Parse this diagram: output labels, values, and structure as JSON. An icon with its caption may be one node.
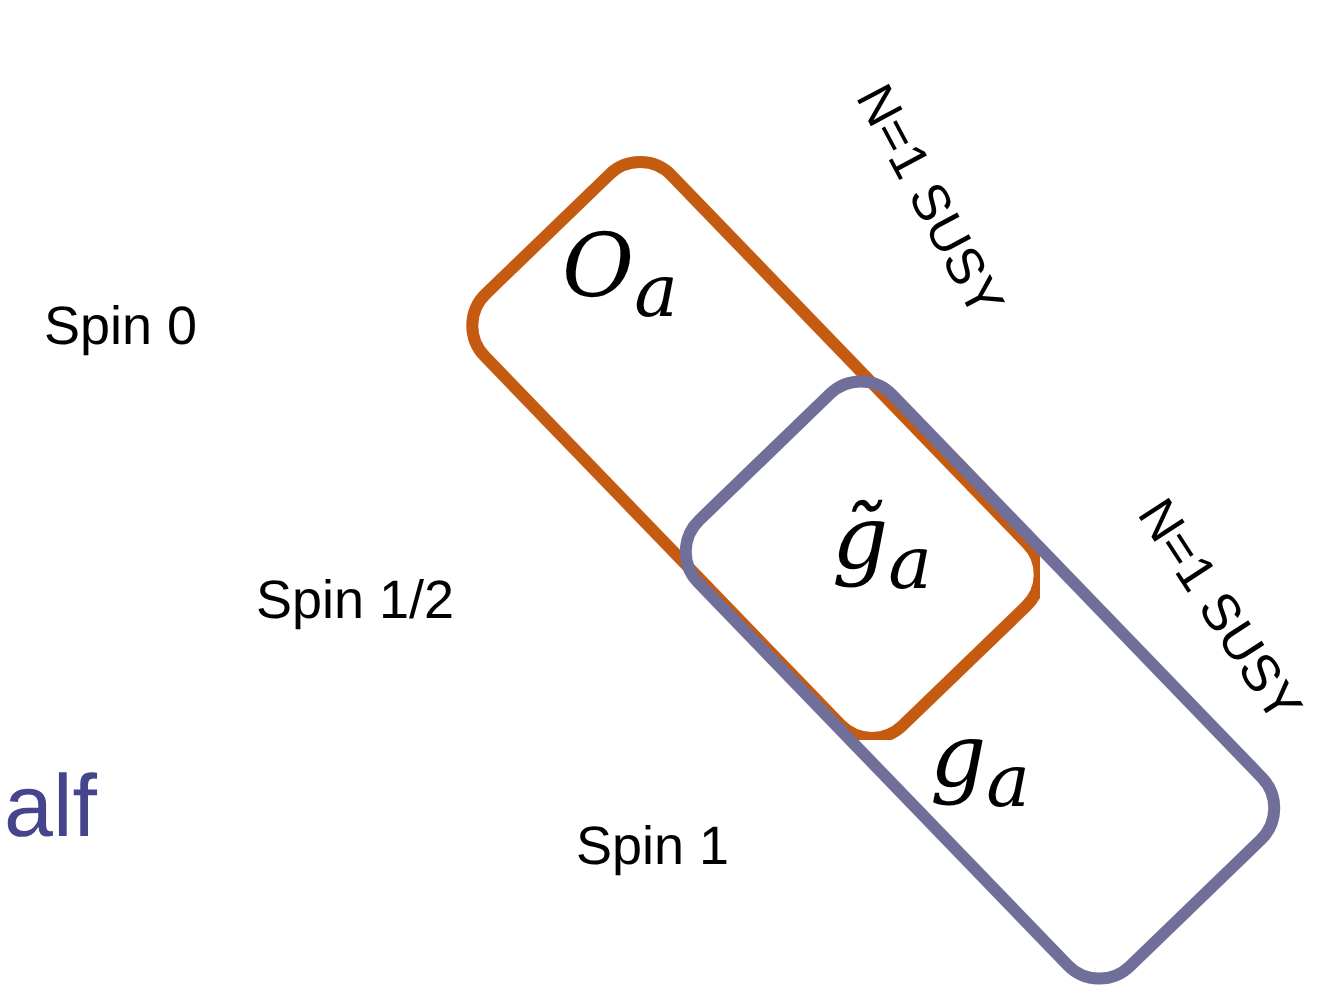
{
  "diagram": {
    "nodes": [
      {
        "text": [
          "N=1 SUSY",
          "O$_{a}$"
        ]
      },
      {
        "text": [
          "N=1 SUSY",
          "g$_{a}$"
        ]
      }
    ],
    "labels": [
      "Spin 0",
      "Spin 1/2",
      "Spin 1",
      "alf",
      "g̃$_{a}$"
    ]
  }
}
